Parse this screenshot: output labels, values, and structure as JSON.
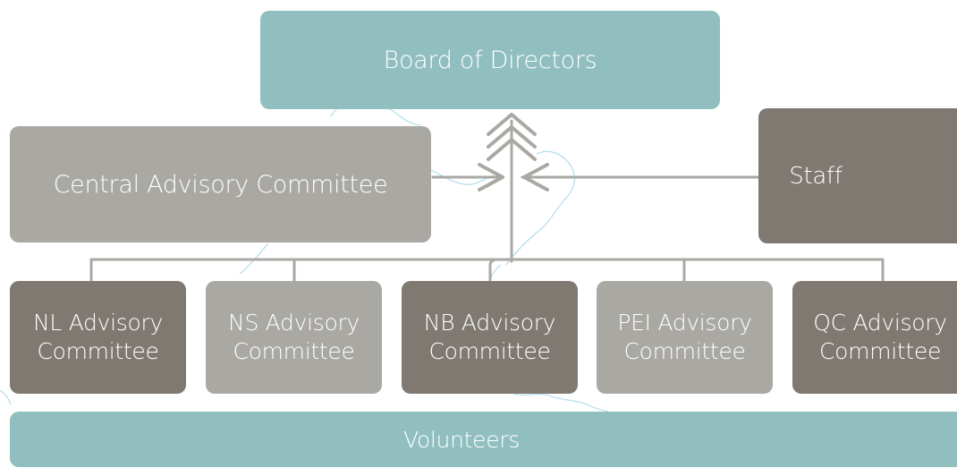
{
  "diagram": {
    "board": {
      "label": "Board of Directors"
    },
    "central": {
      "label": "Central Advisory Committee"
    },
    "staff": {
      "label": "Staff"
    },
    "committees": [
      {
        "line1": "NL Advisory",
        "line2": "Committee",
        "tone": "dark"
      },
      {
        "line1": "NS Advisory",
        "line2": "Committee",
        "tone": "light"
      },
      {
        "line1": "NB Advisory",
        "line2": "Committee",
        "tone": "dark"
      },
      {
        "line1": "PEI Advisory",
        "line2": "Committee",
        "tone": "light"
      },
      {
        "line1": "QC Advisory",
        "line2": "Committee",
        "tone": "dark"
      }
    ],
    "volunteers": {
      "label": "Volunteers"
    },
    "colors": {
      "teal": "#91bfbf",
      "light_gray": "#a9a8a3",
      "dark_gray": "#7f7972",
      "connector": "#a9a8a3",
      "map_line": "#9fd6e8"
    }
  }
}
